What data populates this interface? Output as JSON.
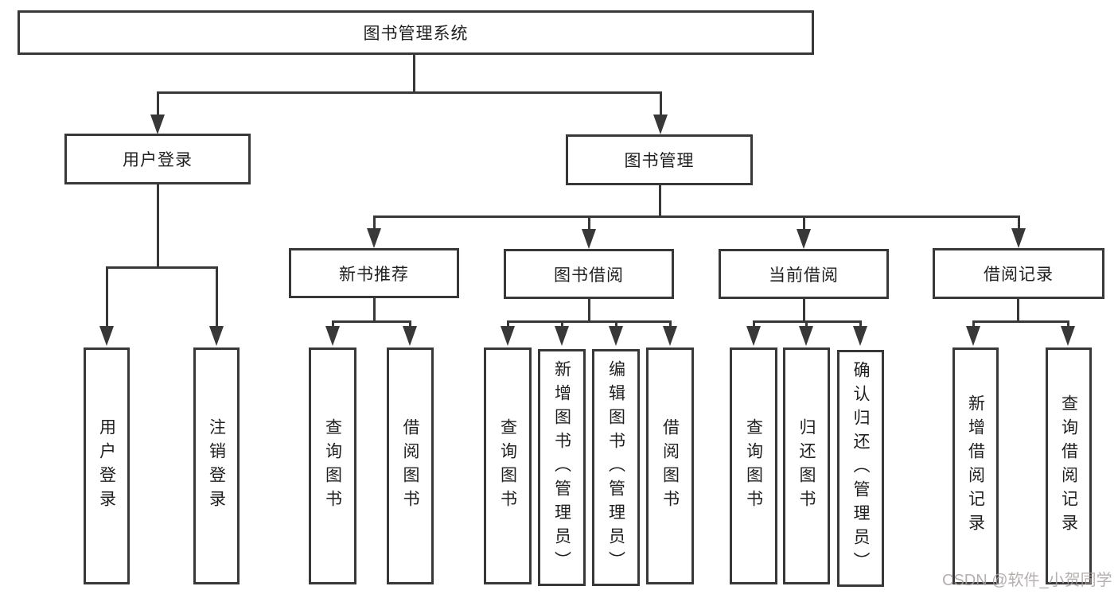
{
  "nodes": {
    "root": "图书管理系统",
    "user_login": "用户登录",
    "book_mgmt": "图书管理",
    "new_book_rec": "新书推荐",
    "book_borrow": "图书借阅",
    "current_borrow": "当前借阅",
    "borrow_record": "借阅记录",
    "leaves_user_login": [
      "用户登录",
      "注销登录"
    ],
    "leaves_new_book_rec": [
      "查询图书",
      "借阅图书"
    ],
    "leaves_book_borrow": [
      "查询图书",
      "新增图书（管理员）",
      "编辑图书（管理员）",
      "借阅图书"
    ],
    "leaves_current_borrow": [
      "查询图书",
      "归还图书",
      "确认归还（管理员）"
    ],
    "leaves_borrow_record": [
      "新增借阅记录",
      "查询借阅记录"
    ]
  },
  "watermark": "CSDN @软件_小贺同学",
  "colors": {
    "line": "#383838",
    "text": "#1f1f1f",
    "watermark": "#aaa2a2",
    "background": "#ffffff"
  }
}
